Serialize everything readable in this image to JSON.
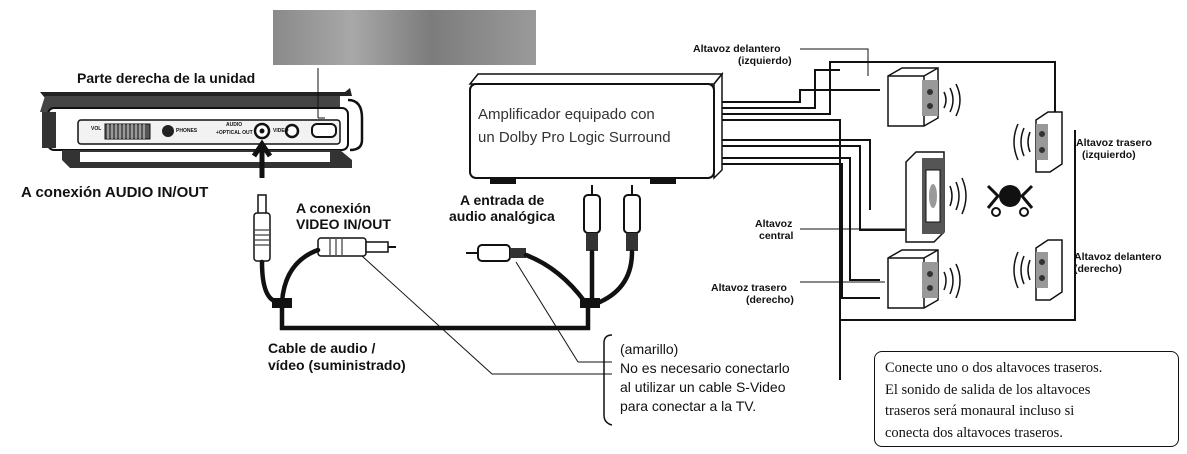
{
  "labels": {
    "unit_side": "Parte derecha de la unidad",
    "audio_conn": "A conexión AUDIO IN/OUT",
    "video_conn_1": "A conexión",
    "video_conn_2": "VIDEO IN/OUT",
    "analog_in_1": "A entrada de",
    "analog_in_2": "audio analógica",
    "cable_1": "Cable de audio /",
    "cable_2": "vídeo (suministrado)",
    "yellow_1": "(amarillo)",
    "yellow_2": "No es necesario conectarlo",
    "yellow_3": "al utilizar un cable S-Video",
    "yellow_4": "para conectar a la TV."
  },
  "amplifier": {
    "line1": "Amplificador equipado con",
    "line2": "un Dolby Pro Logic Surround"
  },
  "speakers": {
    "front_left_1": "Altavoz delantero",
    "front_left_2": "(izquierdo)",
    "rear_left_1": "Altavoz trasero",
    "rear_left_2": "(izquierdo)",
    "center_1": "Altavoz",
    "center_2": "central",
    "front_right_1": "Altavoz delantero",
    "front_right_2": "(derecho)",
    "rear_right_1": "Altavoz trasero",
    "rear_right_2": "(derecho)"
  },
  "device_panel": {
    "vol": "VOL",
    "phones": "PHONES",
    "audio_1": "AUDIO",
    "audio_2": "+OPTICAL OUT",
    "video": "VIDEO"
  },
  "note": {
    "line1": "Conecte uno o dos altavoces traseros.",
    "line2": "El sonido de salida de los altavoces",
    "line3": "traseros será monaural incluso si",
    "line4": "conecta dos altavoces traseros."
  }
}
